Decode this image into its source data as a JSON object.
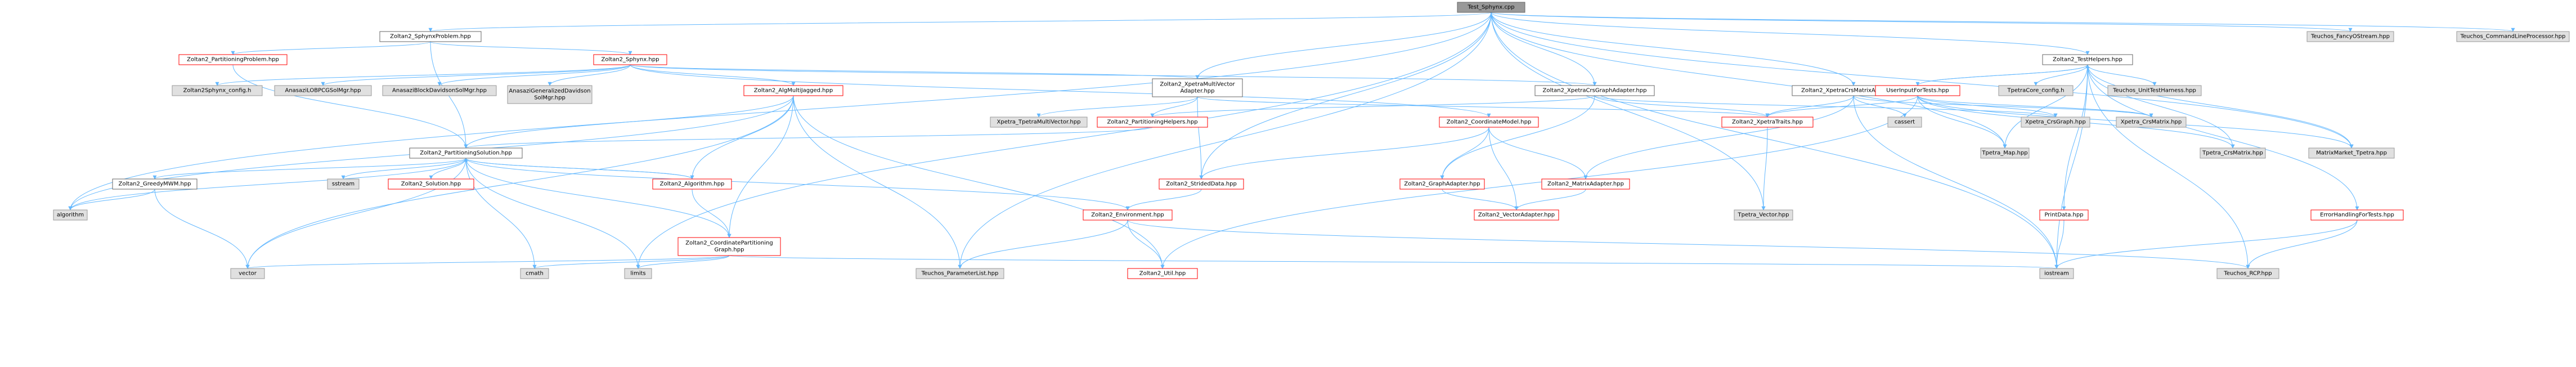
{
  "title": "Test_Sphynx.cpp include dependency graph",
  "colors": {
    "edge": "#63b8ff",
    "root_fill": "#999999",
    "red_border": "#ff0000",
    "external_fill": "#e0e0e0"
  },
  "nodes": {
    "root": "Test_Sphynx.cpp",
    "sphynxProblem": "Zoltan2_SphynxProblem.hpp",
    "partitioningProblem": "Zoltan2_PartitioningProblem.hpp",
    "sphynx": "Zoltan2_Sphynx.hpp",
    "sphynxConfig": "Zoltan2Sphynx_config.h",
    "lobpcg": "AnasaziLOBPCGSolMgr.hpp",
    "blockDavidson": "AnasaziBlockDavidsonSolMgr.hpp",
    "genDavidson": [
      "AnasaziGeneralizedDavidson",
      "SolMgr.hpp"
    ],
    "algMultiJagged": "Zoltan2_AlgMultiJagged.hpp",
    "xpetraMultiVectorAdapter": [
      "Zoltan2_XpetraMultiVector",
      "Adapter.hpp"
    ],
    "xpetraTpetraMultiVector": "Xpetra_TpetraMultiVector.hpp",
    "partitioningHelpers": "Zoltan2_PartitioningHelpers.hpp",
    "xpetraCrsGraphAdapter": "Zoltan2_XpetraCrsGraphAdapter.hpp",
    "coordinateModel": "Zoltan2_CoordinateModel.hpp",
    "cassert": "cassert",
    "xpetraCrsMatrixAdapter": "Zoltan2_XpetraCrsMatrixAdapter.hpp",
    "xpetraTraits": "Zoltan2_XpetraTraits.hpp",
    "xpetraCrsGraph": "Xpetra_CrsGraph.hpp",
    "xpetraCrsMatrix": "Xpetra_CrsMatrix.hpp",
    "partitioningSolution": "Zoltan2_PartitioningSolution.hpp",
    "greedyMWM": "Zoltan2_GreedyMWM.hpp",
    "sstream": "sstream",
    "solution": "Zoltan2_Solution.hpp",
    "algorithm": "Zoltan2_Algorithm.hpp",
    "stridedData": "Zoltan2_StridedData.hpp",
    "graphAdapter": "Zoltan2_GraphAdapter.hpp",
    "matrixAdapter": "Zoltan2_MatrixAdapter.hpp",
    "environment": "Zoltan2_Environment.hpp",
    "vectorAdapter": "Zoltan2_VectorAdapter.hpp",
    "algorithmStd": "algorithm",
    "coordPartGraph": [
      "Zoltan2_CoordinatePartitioning",
      "Graph.hpp"
    ],
    "vector": "vector",
    "cmath": "cmath",
    "limits": "limits",
    "paramList": "Teuchos_ParameterList.hpp",
    "util": "Zoltan2_Util.hpp",
    "testHelpers": "Zoltan2_TestHelpers.hpp",
    "userInputForTests": "UserInputForTests.hpp",
    "tpetraCoreConfig": "TpetraCore_config.h",
    "unitTestHarness": "Teuchos_UnitTestHarness.hpp",
    "tpetraMap": "Tpetra_Map.hpp",
    "tpetraCrsMatrix": "Tpetra_CrsMatrix.hpp",
    "matrixMarket": "MatrixMarket_Tpetra.hpp",
    "tpetraVector": "Tpetra_Vector.hpp",
    "printData": "PrintData.hpp",
    "errorHandling": "ErrorHandlingForTests.hpp",
    "rcp": "Teuchos_RCP.hpp",
    "iostream": "iostream",
    "fancyOStream": "Teuchos_FancyOStream.hpp",
    "cmdLine": "Teuchos_CommandLineProcessor.hpp"
  }
}
